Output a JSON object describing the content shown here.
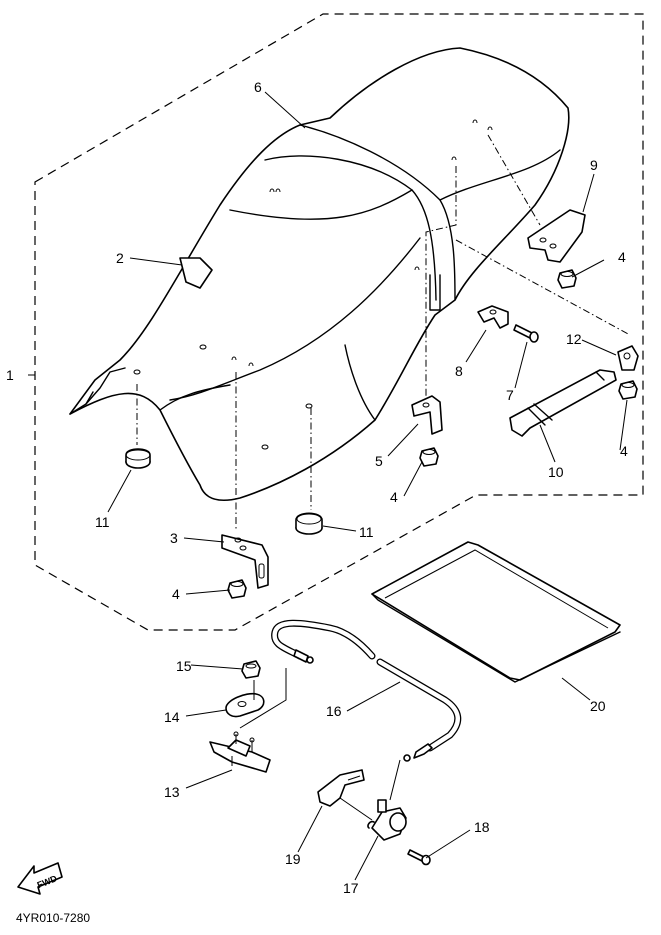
{
  "diagram_code": "4YR010-7280",
  "fwd_label": "FWD",
  "callouts": {
    "c1": "1",
    "c2": "2",
    "c3": "3",
    "c4a": "4",
    "c4b": "4",
    "c4c": "4",
    "c4d": "4",
    "c5": "5",
    "c6": "6",
    "c7": "7",
    "c8": "8",
    "c9": "9",
    "c10": "10",
    "c11a": "11",
    "c11b": "11",
    "c12": "12",
    "c13": "13",
    "c14": "14",
    "c15": "15",
    "c16": "16",
    "c17": "17",
    "c18": "18",
    "c19": "19",
    "c20": "20"
  }
}
